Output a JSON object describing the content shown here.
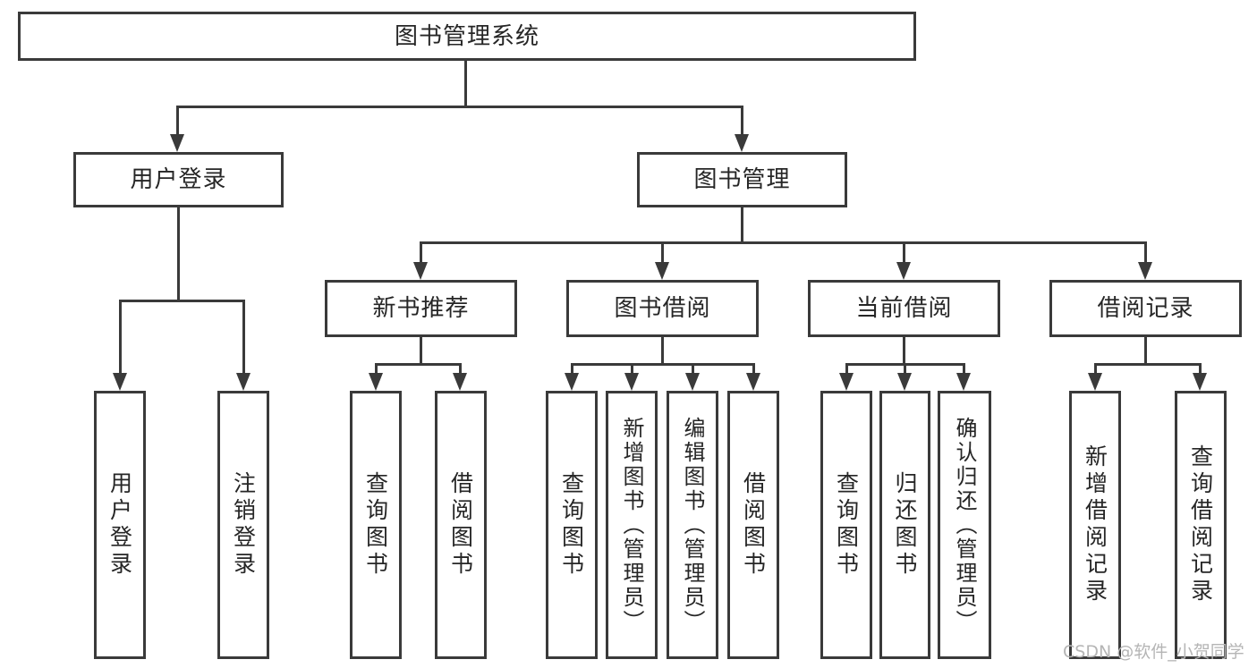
{
  "diagram": {
    "root": {
      "label": "图书管理系统"
    },
    "branches": [
      {
        "label": "用户登录",
        "children": [
          {
            "label": "用户登录"
          },
          {
            "label": "注销登录"
          }
        ]
      },
      {
        "label": "图书管理",
        "children": [
          {
            "label": "新书推荐",
            "children": [
              {
                "label": "查询图书"
              },
              {
                "label": "借阅图书"
              }
            ]
          },
          {
            "label": "图书借阅",
            "children": [
              {
                "label": "查询图书"
              },
              {
                "label": "新增图书（管理员）"
              },
              {
                "label": "编辑图书（管理员）"
              },
              {
                "label": "借阅图书"
              }
            ]
          },
          {
            "label": "当前借阅",
            "children": [
              {
                "label": "查询图书"
              },
              {
                "label": "归还图书"
              },
              {
                "label": "确认归还（管理员）"
              }
            ]
          },
          {
            "label": "借阅记录",
            "children": [
              {
                "label": "新增借阅记录"
              },
              {
                "label": "查询借阅记录"
              }
            ]
          }
        ]
      }
    ]
  },
  "watermark": {
    "text": "CSDN @软件_小贺同学"
  },
  "colors": {
    "line": "#3a3a3a",
    "text": "#262626",
    "watermark": "#b5b5b5",
    "background": "#ffffff"
  }
}
